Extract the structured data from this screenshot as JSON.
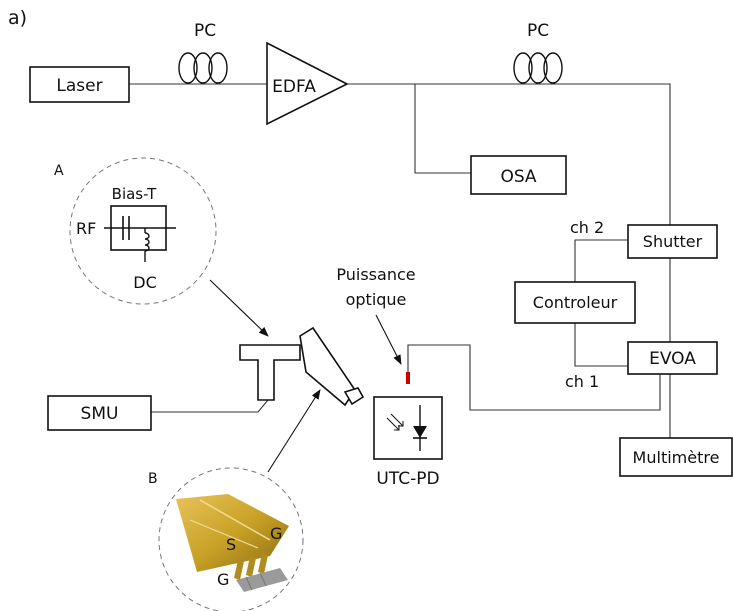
{
  "figure": {
    "panel_label": "a)"
  },
  "components": {
    "laser": "Laser",
    "edfa": "EDFA",
    "pc_1": "PC",
    "pc_2": "PC",
    "osa": "OSA",
    "shutter": "Shutter",
    "controleur": "Controleur",
    "evoa": "EVOA",
    "multimetre": "Multimètre",
    "smu": "SMU",
    "utc_pd": "UTC-PD"
  },
  "channels": {
    "ch2": "ch 2",
    "ch1": "ch 1"
  },
  "annotations": {
    "puissance_line1": "Puissance",
    "puissance_line2": "optique"
  },
  "insets": {
    "a": {
      "label": "A",
      "bias_t": "Bias-T",
      "rf": "RF",
      "dc": "DC"
    },
    "b": {
      "label": "B",
      "probe_g_right": "G",
      "probe_s": "S",
      "probe_g_left": "G"
    }
  },
  "colors": {
    "line": "#111111",
    "optical_marker": "#cc0000",
    "probe_gold": "#c9a227",
    "probe_pads": "#9a9a9a"
  }
}
